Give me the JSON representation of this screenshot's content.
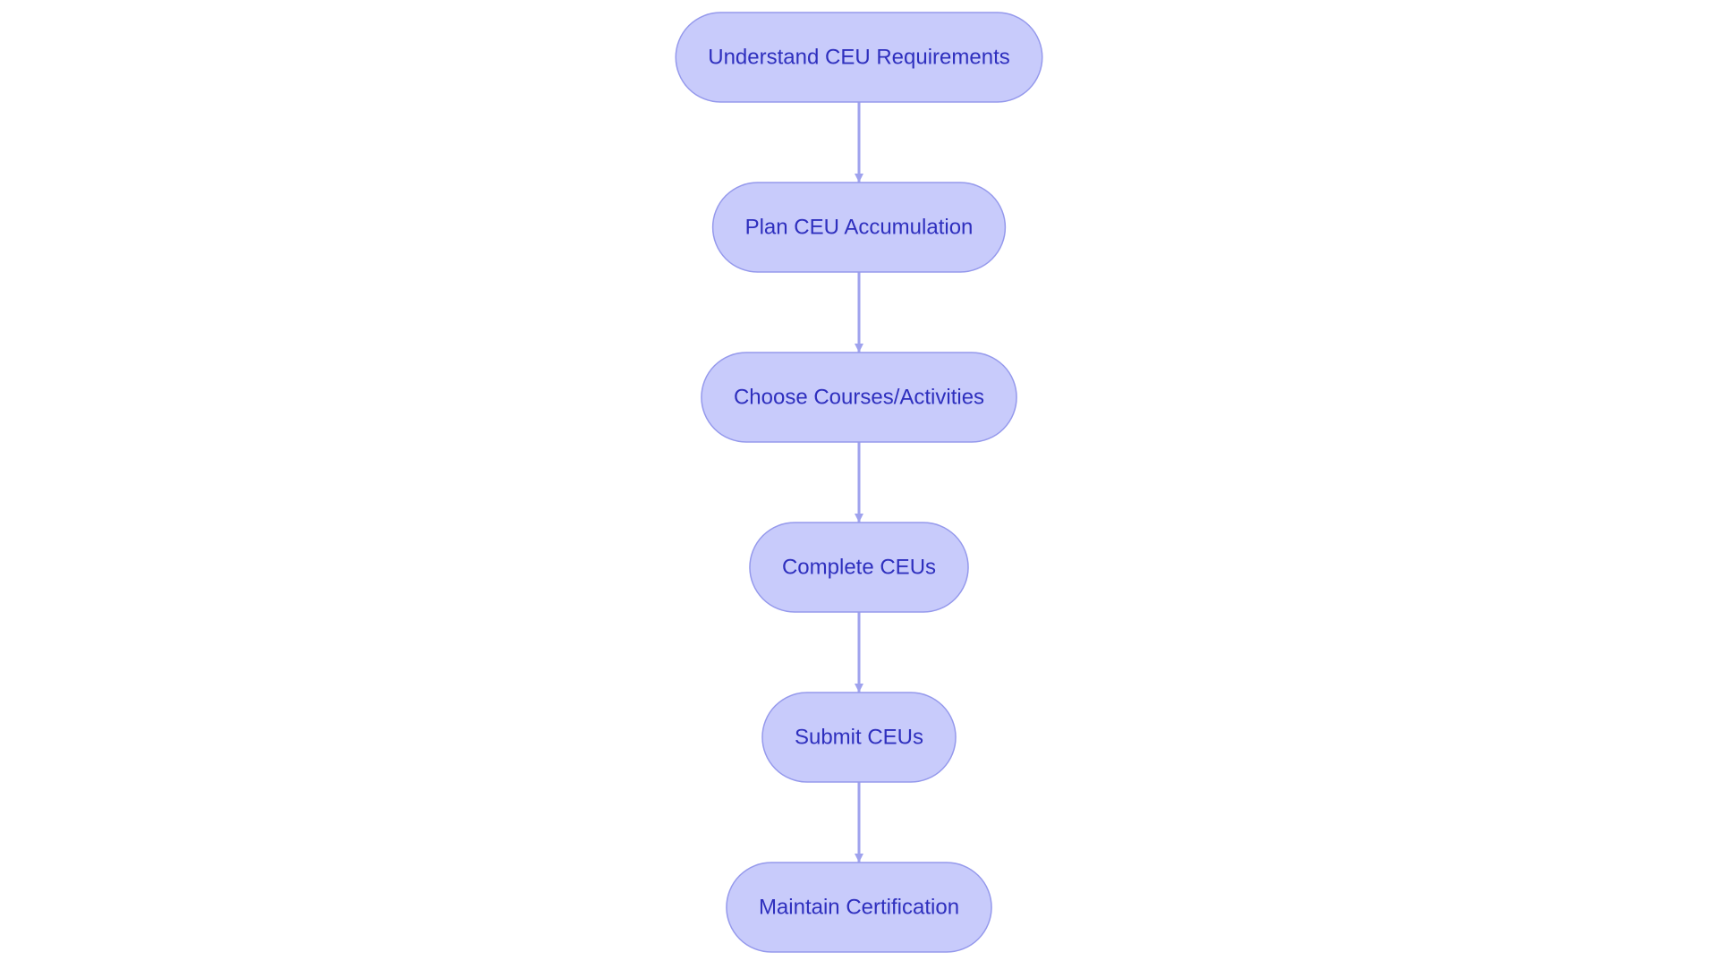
{
  "diagram": {
    "type": "flowchart",
    "direction": "top-to-bottom",
    "colors": {
      "node_fill": "#c8cbfb",
      "node_stroke": "#9599ec",
      "text": "#2e2fbe",
      "edge": "#9fa2ee",
      "background": "#ffffff"
    },
    "nodes": [
      {
        "id": "understand",
        "label": "Understand CEU Requirements"
      },
      {
        "id": "plan",
        "label": "Plan CEU Accumulation"
      },
      {
        "id": "choose",
        "label": "Choose Courses/Activities"
      },
      {
        "id": "complete",
        "label": "Complete CEUs"
      },
      {
        "id": "submit",
        "label": "Submit CEUs"
      },
      {
        "id": "maintain",
        "label": "Maintain Certification"
      }
    ],
    "edges": [
      {
        "from": "understand",
        "to": "plan"
      },
      {
        "from": "plan",
        "to": "choose"
      },
      {
        "from": "choose",
        "to": "complete"
      },
      {
        "from": "complete",
        "to": "submit"
      },
      {
        "from": "submit",
        "to": "maintain"
      }
    ]
  }
}
